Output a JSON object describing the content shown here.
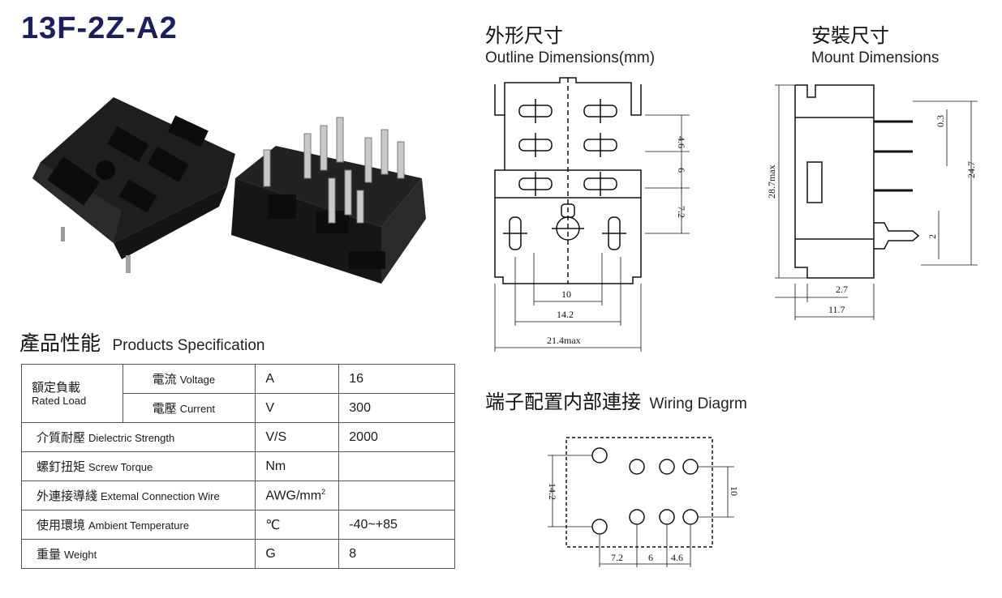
{
  "model": "13F-2Z-A2",
  "outline": {
    "cn": "外形尺寸",
    "en": "Outline Dimensions(mm)",
    "dims": {
      "d1": "4.6",
      "d2": "6",
      "d3": "7.2",
      "w1": "10",
      "w2": "14.2",
      "w3": "21.4max"
    }
  },
  "mount": {
    "cn": "安裝尺寸",
    "en": "Mount Dimensions",
    "dims": {
      "h": "28.7max",
      "a": "0.3",
      "b": "24.7",
      "c": "2",
      "d": "2.7",
      "e": "11.7"
    }
  },
  "spec": {
    "cn": "產品性能",
    "en": "Products Specification",
    "rows": {
      "rated_load": {
        "cn": "額定負載",
        "en": "Rated Load"
      },
      "r1": {
        "cn": "電流",
        "en": "Voltage",
        "unit": "A",
        "value": "16"
      },
      "r2": {
        "cn": "電壓",
        "en": "Current",
        "unit": "V",
        "value": "300"
      },
      "r3": {
        "cn": "介質耐壓",
        "en": "Dielectric Strength",
        "unit": "V/S",
        "value": "2000"
      },
      "r4": {
        "cn": "螺釘扭矩",
        "en": "Screw Torque",
        "unit": "Nm",
        "value": ""
      },
      "r5": {
        "cn": "外連接導綫",
        "en": "Extemal Connection Wire",
        "unit": "AWG/mm",
        "unit_sup": "2",
        "value": ""
      },
      "r6": {
        "cn": "使用環境",
        "en": "Ambient Temperature",
        "unit": "℃",
        "value": "-40~+85"
      },
      "r7": {
        "cn": "重量",
        "en": "Weight",
        "unit": "G",
        "value": "8"
      }
    }
  },
  "wiring": {
    "cn": "端子配置内部連接",
    "en": "Wiring Diagrm",
    "dims": {
      "h": "14.2",
      "v": "10",
      "b1": "7.2",
      "b2": "6",
      "b3": "4.6"
    }
  }
}
